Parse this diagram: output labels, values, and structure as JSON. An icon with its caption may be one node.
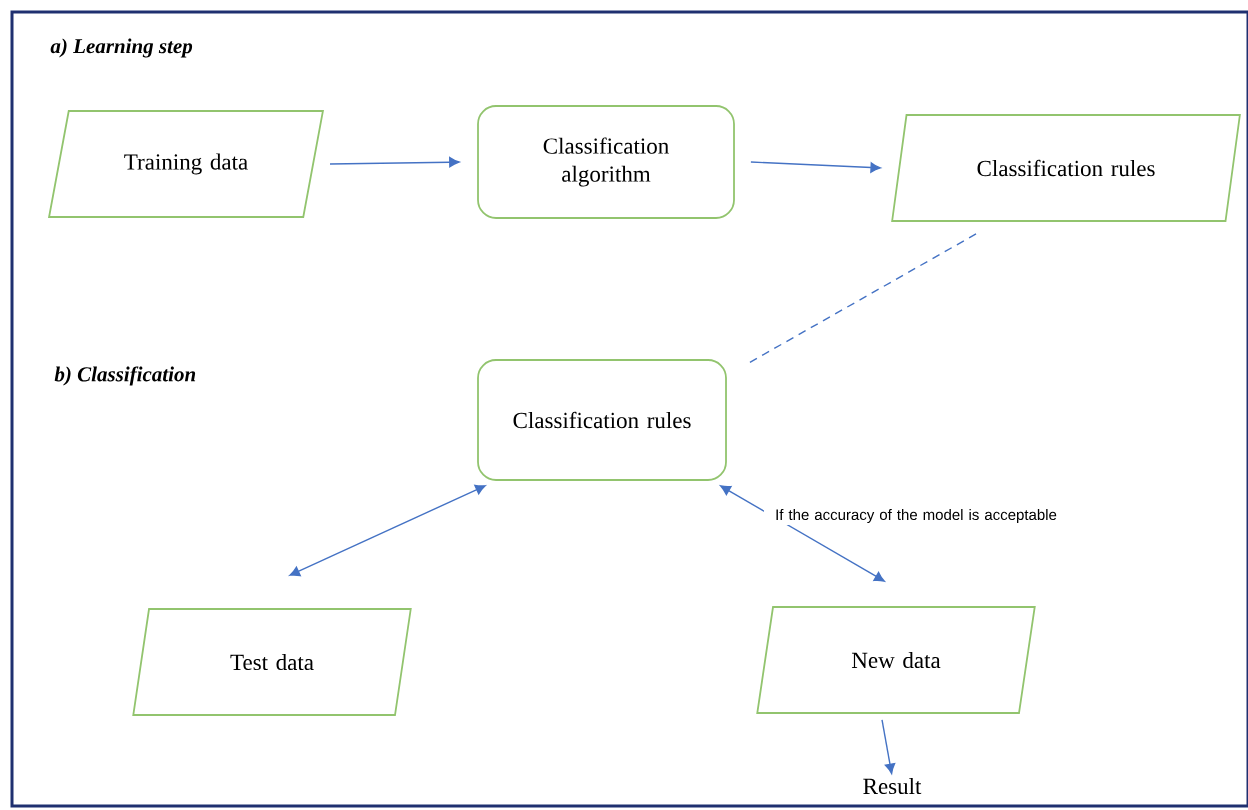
{
  "diagram": {
    "nodes": [
      {
        "text": [
          "Training data"
        ]
      },
      {
        "text": [
          "Classification algorithm"
        ]
      },
      {
        "text": [
          "Classification rules"
        ]
      },
      {
        "text": [
          "Classification rules"
        ]
      },
      {
        "text": [
          "Test data"
        ]
      },
      {
        "text": [
          "New data"
        ]
      },
      {
        "text": [
          "Result"
        ]
      }
    ],
    "edges": [
      {
        "from": 0,
        "to": 1,
        "arrow": "to"
      },
      {
        "from": 1,
        "to": 2,
        "arrow": "to"
      },
      {
        "from": 2,
        "to": 3,
        "arrow": "none",
        "style": "dashed"
      },
      {
        "from": 3,
        "to": 4,
        "arrow": "both"
      },
      {
        "from": 3,
        "to": 5,
        "arrow": "both",
        "label": "If the accuracy of the model is acceptable"
      },
      {
        "from": 5,
        "to": 6,
        "arrow": "to"
      }
    ],
    "labels": [
      "a) Learning step",
      "b) Classification"
    ]
  }
}
